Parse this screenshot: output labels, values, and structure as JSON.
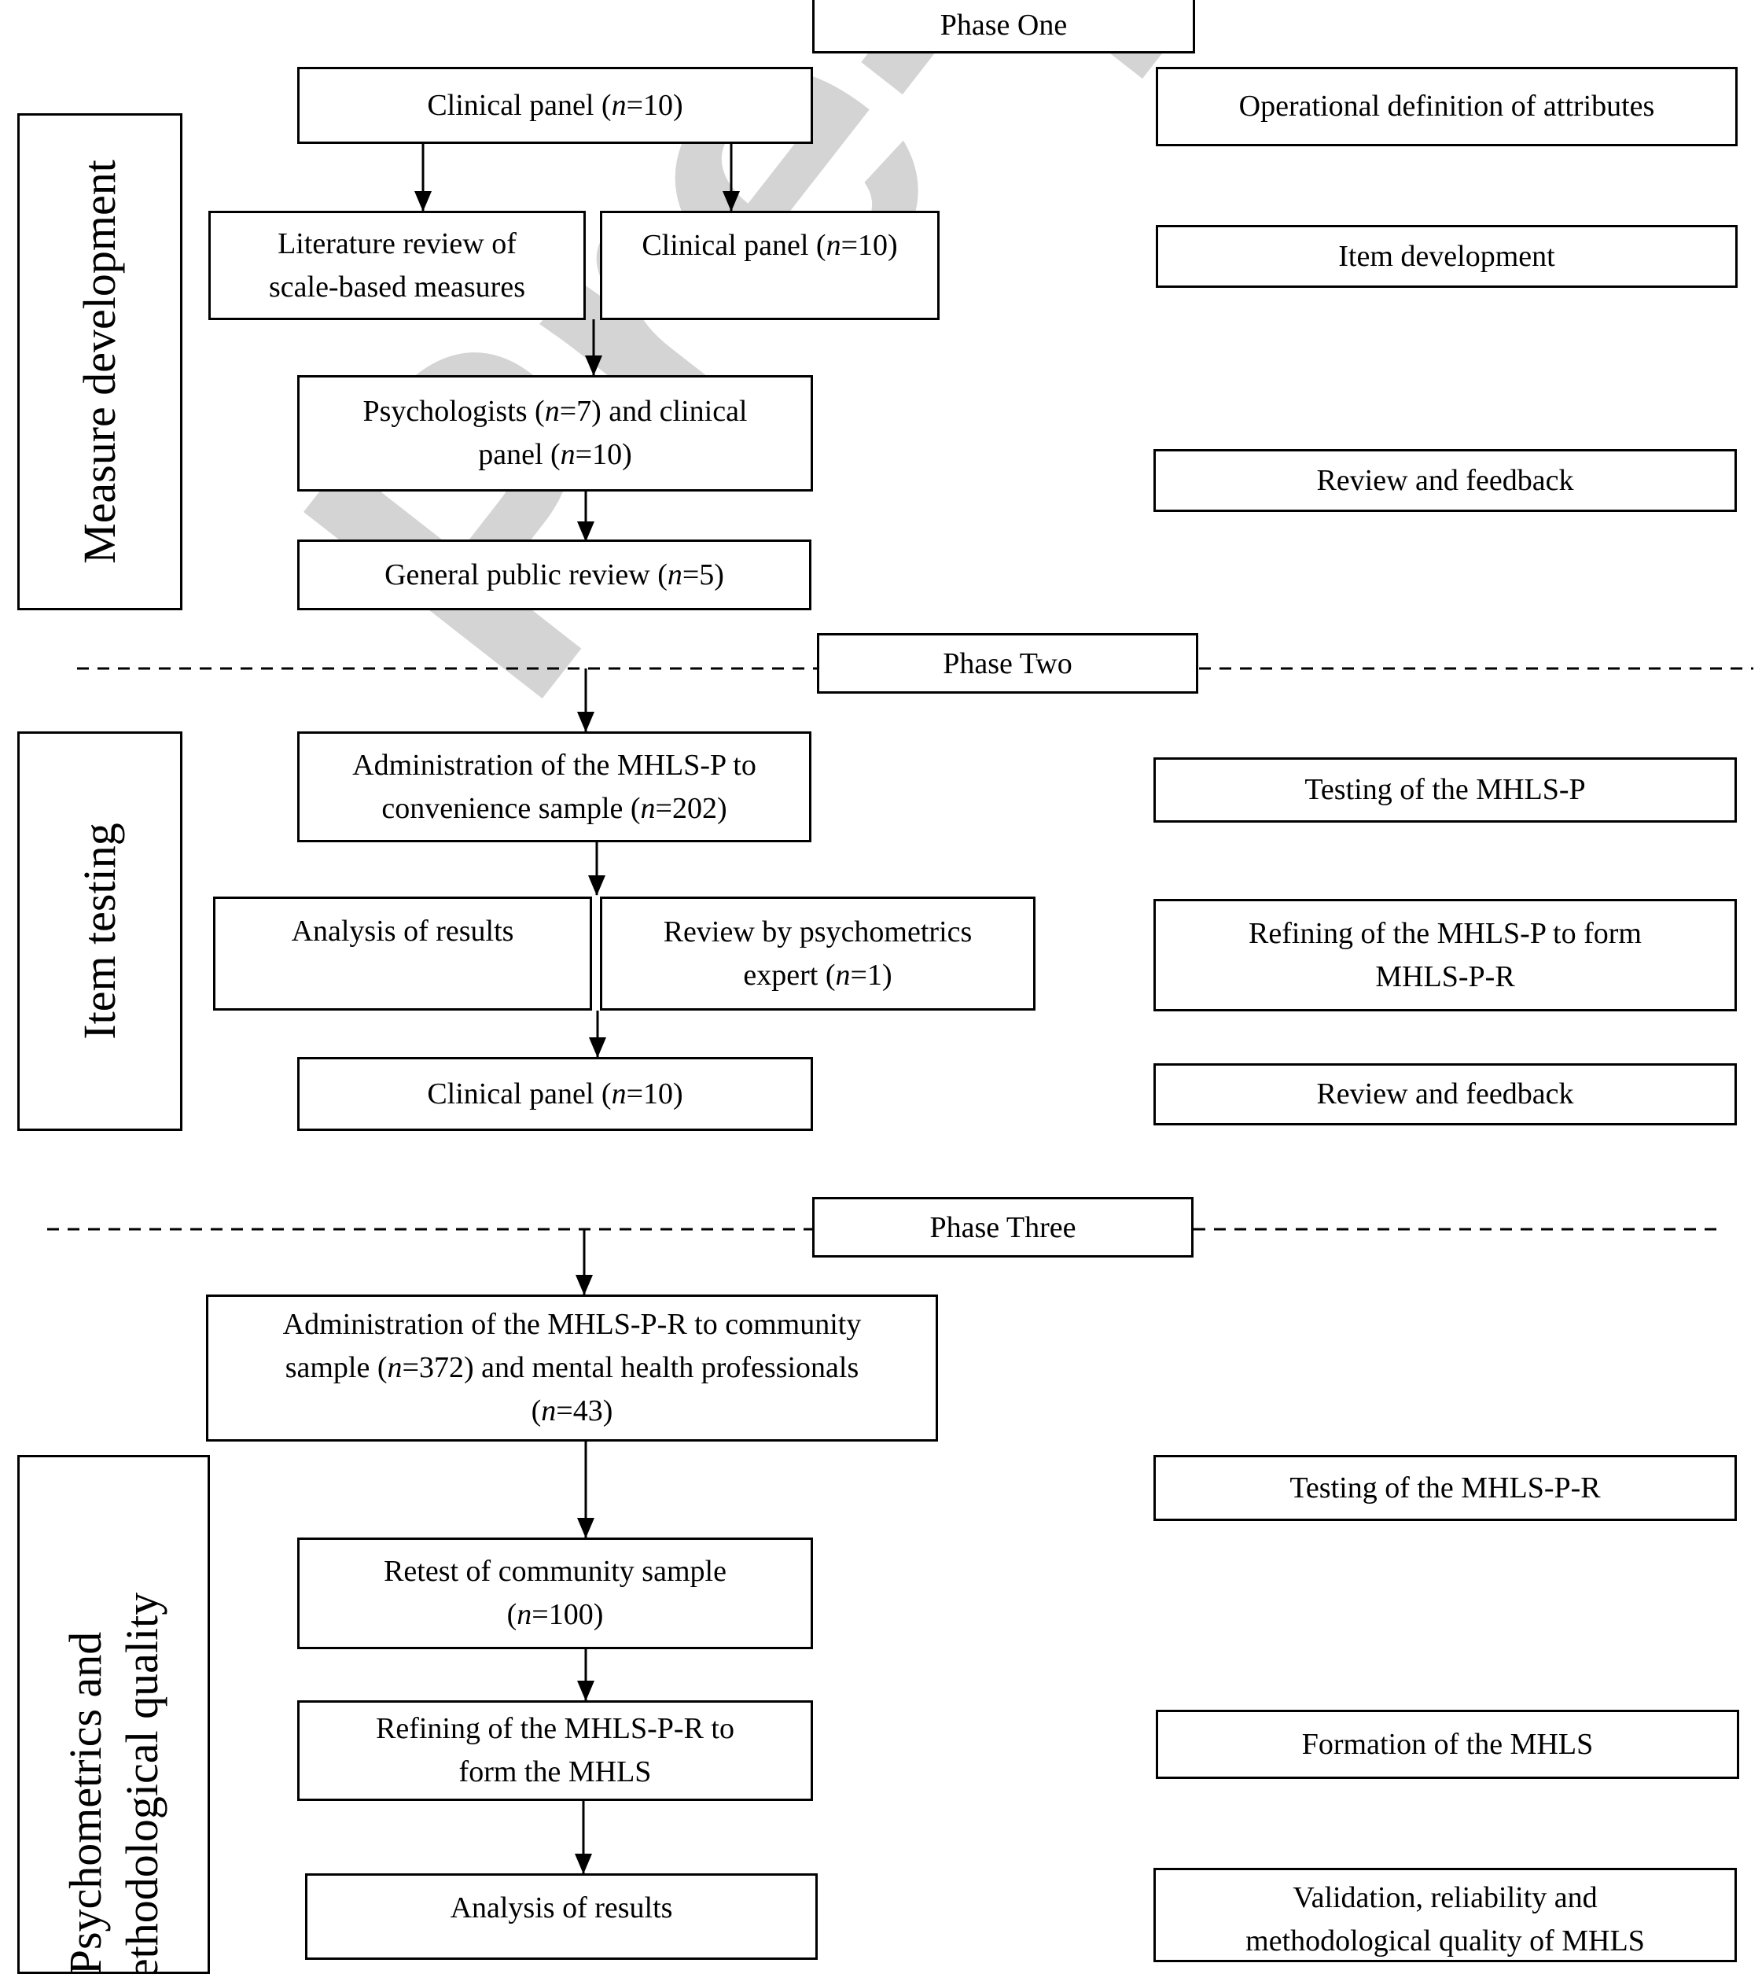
{
  "watermark": "Pre-print",
  "phases": {
    "one": "Phase One",
    "two": "Phase Two",
    "three": "Phase Three"
  },
  "stage_labels": {
    "measure_development": "Measure development",
    "item_testing": "Item testing",
    "psychometrics_line1": "Psychometrics and",
    "psychometrics_line2": "methodological quality"
  },
  "phase1": {
    "clinical_panel_top": "Clinical panel (n=10)",
    "lit_review_l1": "Literature review of",
    "lit_review_l2": "scale-based measures",
    "clinical_panel_mid": "Clinical panel (n=10)",
    "psychologists_l1": "Psychologists (n=7) and clinical",
    "psychologists_l2": "panel (n=10)",
    "public_review": "General public review (n=5)",
    "out_operational": "Operational definition of attributes",
    "out_item_dev": "Item development",
    "out_review": "Review and feedback"
  },
  "phase2": {
    "admin_l1": "Administration of the MHLS-P to",
    "admin_l2": "convenience sample (n=202)",
    "analysis": "Analysis of results",
    "expert_l1": "Review by psychometrics",
    "expert_l2": "expert (n=1)",
    "clinical_panel": "Clinical panel (n=10)",
    "out_testing": "Testing of the MHLS-P",
    "out_refining_l1": "Refining of the MHLS-P to form",
    "out_refining_l2": "MHLS-P-R",
    "out_review": "Review and feedback"
  },
  "phase3": {
    "admin_l1": "Administration of the MHLS-P-R to community",
    "admin_l2": "sample (n=372) and mental health professionals",
    "admin_l3": "(n=43)",
    "retest_l1": "Retest of community sample",
    "retest_l2": "(n=100)",
    "refine_l1": "Refining of the MHLS-P-R to",
    "refine_l2": "form the MHLS",
    "analysis": "Analysis of results",
    "out_testing": "Testing of the MHLS-P-R",
    "out_formation": "Formation of the MHLS",
    "out_validation_l1": "Validation, reliability and",
    "out_validation_l2": "methodological quality of MHLS"
  },
  "colors": {
    "line": "#000000",
    "watermark": "#d4d4d4"
  }
}
